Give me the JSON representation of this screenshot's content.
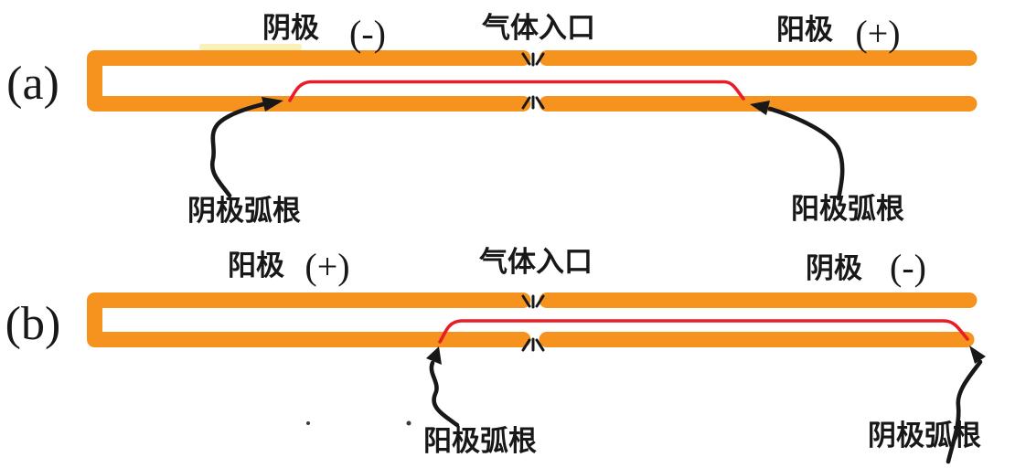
{
  "figure": {
    "type": "schematic-diagram",
    "subject": "plasma torch electrode polarity configurations"
  },
  "colors": {
    "background": "#ffffff",
    "electrode": "#f6921e",
    "arc": "#ea1c27",
    "ink": "#181818",
    "smudge": "#f6e47f"
  },
  "panels": [
    {
      "index_label": "(a)",
      "labels": {
        "left_electrode": "阴极",
        "left_polarity": "(-)",
        "gas_inlet": "气体入口",
        "right_electrode": "阳极",
        "right_polarity": "(+)",
        "left_arc_root": "阴极弧根",
        "right_arc_root": "阳极弧根"
      }
    },
    {
      "index_label": "(b)",
      "labels": {
        "left_electrode": "阳极",
        "left_polarity": "(+)",
        "gas_inlet": "气体入口",
        "right_electrode": "阴极",
        "right_polarity": "(-)",
        "left_arc_root": "阳极弧根",
        "right_arc_root": "阴极弧根"
      }
    }
  ]
}
